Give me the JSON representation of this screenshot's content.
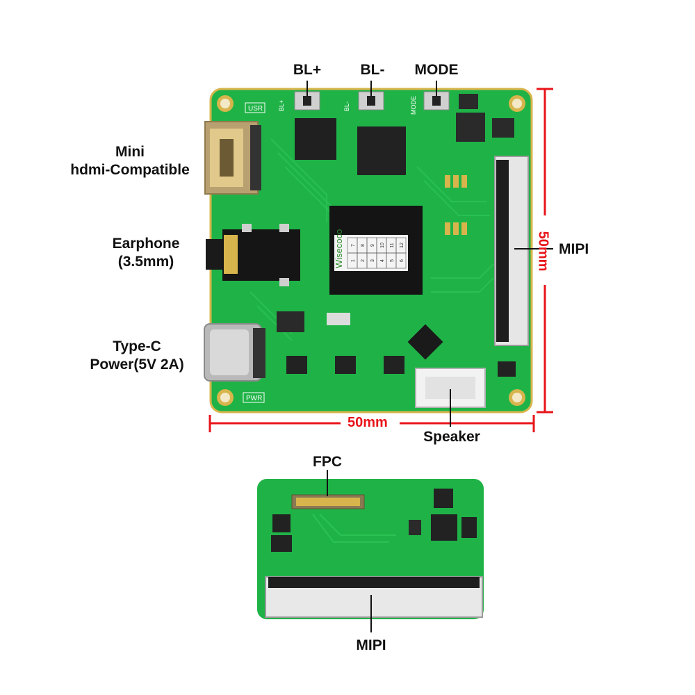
{
  "colors": {
    "pcb": "#1fb347",
    "pcb_dark": "#17913a",
    "pcb_trace": "#2bc253",
    "gold": "#d8b54c",
    "chip": "#222222",
    "silver": "#c9c9c9",
    "dimension": "#e8141a",
    "leader": "#111111"
  },
  "labels": {
    "bl_plus": "BL+",
    "bl_minus": "BL-",
    "mode": "MODE",
    "mini_hdmi": "Mini\nhdmi-Compatible",
    "earphone": "Earphone\n(3.5mm)",
    "type_c": "Type-C\nPower(5V 2A)",
    "mipi_top": "MIPI",
    "speaker": "Speaker",
    "fpc": "FPC",
    "mipi_bottom": "MIPI"
  },
  "dimensions": {
    "width": "50mm",
    "height": "50mm"
  },
  "silkscreen": {
    "usr": "USR",
    "pwr": "PWR",
    "bl_plus": "BL+",
    "bl_minus": "BL-",
    "mode": "MODE",
    "brand": "Wisecoco",
    "grid": [
      "7",
      "8",
      "9",
      "10",
      "11",
      "12",
      "1",
      "2",
      "3",
      "4",
      "5",
      "6"
    ]
  }
}
